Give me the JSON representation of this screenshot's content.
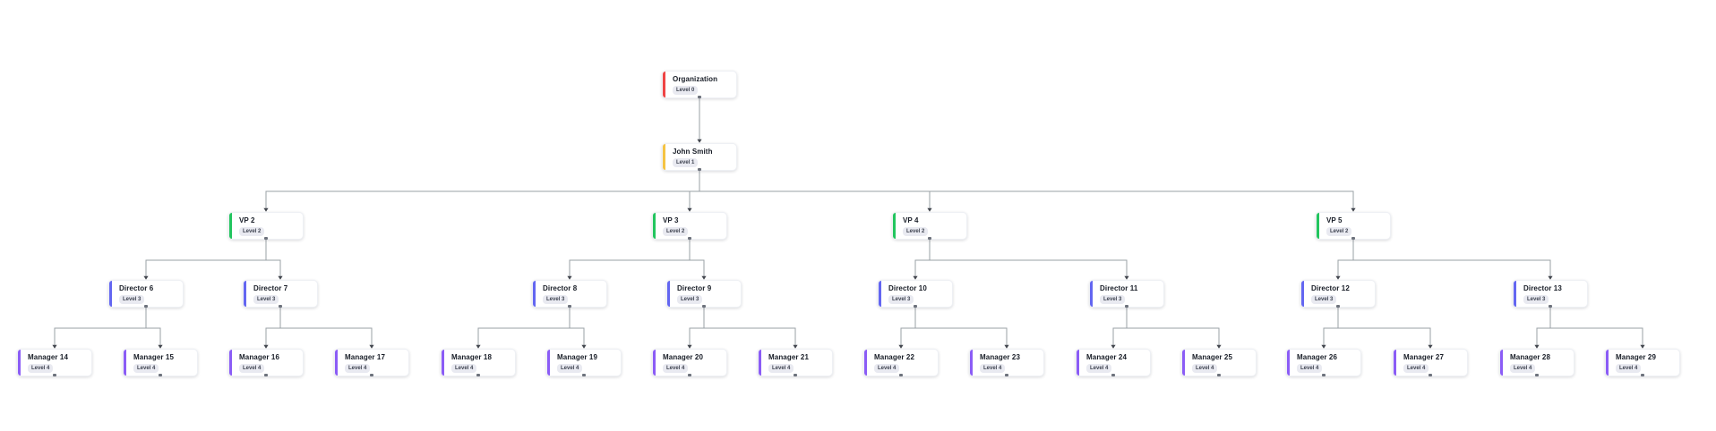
{
  "diagram": {
    "type": "org-chart",
    "level_colors": {
      "0": "#ef4444",
      "1": "#f5c342",
      "2": "#22c55e",
      "3": "#6366f1",
      "4": "#8b5cf6"
    },
    "edge_color": "#9aa0a6",
    "arrow_color": "#41454d",
    "nodes": [
      {
        "id": 0,
        "label": "Organization",
        "badge": "Level 0",
        "level": 0,
        "parent": null
      },
      {
        "id": 1,
        "label": "John Smith",
        "badge": "Level 1",
        "level": 1,
        "parent": 0
      },
      {
        "id": 2,
        "label": "VP 2",
        "badge": "Level 2",
        "level": 2,
        "parent": 1
      },
      {
        "id": 3,
        "label": "VP 3",
        "badge": "Level 2",
        "level": 2,
        "parent": 1
      },
      {
        "id": 4,
        "label": "VP 4",
        "badge": "Level 2",
        "level": 2,
        "parent": 1
      },
      {
        "id": 5,
        "label": "VP 5",
        "badge": "Level 2",
        "level": 2,
        "parent": 1
      },
      {
        "id": 6,
        "label": "Director 6",
        "badge": "Level 3",
        "level": 3,
        "parent": 2
      },
      {
        "id": 7,
        "label": "Director 7",
        "badge": "Level 3",
        "level": 3,
        "parent": 2
      },
      {
        "id": 8,
        "label": "Director 8",
        "badge": "Level 3",
        "level": 3,
        "parent": 3
      },
      {
        "id": 9,
        "label": "Director 9",
        "badge": "Level 3",
        "level": 3,
        "parent": 3
      },
      {
        "id": 10,
        "label": "Director 10",
        "badge": "Level 3",
        "level": 3,
        "parent": 4
      },
      {
        "id": 11,
        "label": "Director 11",
        "badge": "Level 3",
        "level": 3,
        "parent": 4
      },
      {
        "id": 12,
        "label": "Director 12",
        "badge": "Level 3",
        "level": 3,
        "parent": 5
      },
      {
        "id": 13,
        "label": "Director 13",
        "badge": "Level 3",
        "level": 3,
        "parent": 5
      },
      {
        "id": 14,
        "label": "Manager 14",
        "badge": "Level 4",
        "level": 4,
        "parent": 6
      },
      {
        "id": 15,
        "label": "Manager 15",
        "badge": "Level 4",
        "level": 4,
        "parent": 6
      },
      {
        "id": 16,
        "label": "Manager 16",
        "badge": "Level 4",
        "level": 4,
        "parent": 7
      },
      {
        "id": 17,
        "label": "Manager 17",
        "badge": "Level 4",
        "level": 4,
        "parent": 7
      },
      {
        "id": 18,
        "label": "Manager 18",
        "badge": "Level 4",
        "level": 4,
        "parent": 8
      },
      {
        "id": 19,
        "label": "Manager 19",
        "badge": "Level 4",
        "level": 4,
        "parent": 8
      },
      {
        "id": 20,
        "label": "Manager 20",
        "badge": "Level 4",
        "level": 4,
        "parent": 9
      },
      {
        "id": 21,
        "label": "Manager 21",
        "badge": "Level 4",
        "level": 4,
        "parent": 9
      },
      {
        "id": 22,
        "label": "Manager 22",
        "badge": "Level 4",
        "level": 4,
        "parent": 10
      },
      {
        "id": 23,
        "label": "Manager 23",
        "badge": "Level 4",
        "level": 4,
        "parent": 10
      },
      {
        "id": 24,
        "label": "Manager 24",
        "badge": "Level 4",
        "level": 4,
        "parent": 11
      },
      {
        "id": 25,
        "label": "Manager 25",
        "badge": "Level 4",
        "level": 4,
        "parent": 11
      },
      {
        "id": 26,
        "label": "Manager 26",
        "badge": "Level 4",
        "level": 4,
        "parent": 12
      },
      {
        "id": 27,
        "label": "Manager 27",
        "badge": "Level 4",
        "level": 4,
        "parent": 12
      },
      {
        "id": 28,
        "label": "Manager 28",
        "badge": "Level 4",
        "level": 4,
        "parent": 13
      },
      {
        "id": 29,
        "label": "Manager 29",
        "badge": "Level 4",
        "level": 4,
        "parent": 13
      }
    ]
  }
}
